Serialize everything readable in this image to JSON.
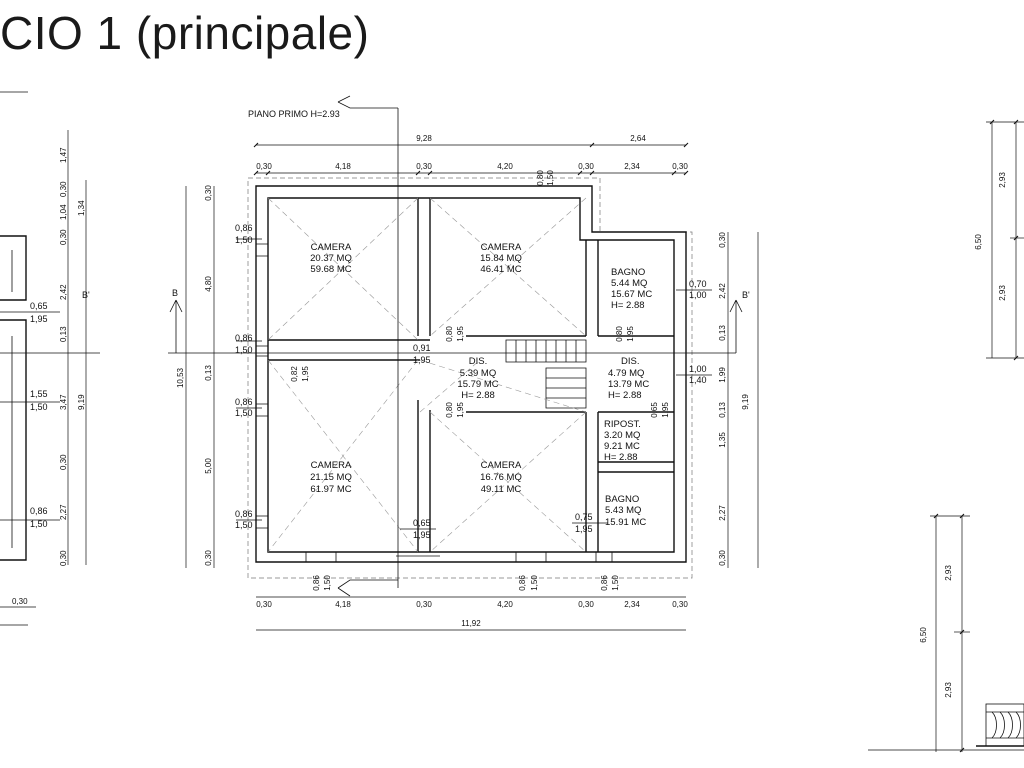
{
  "title": "CIO 1 (principale)",
  "plan_label": "PIANO PRIMO H=2.93",
  "section_marks": {
    "b_left": "B",
    "b_right": "B'"
  },
  "rooms": [
    {
      "name": "CAMERA",
      "area": "20.37 MQ",
      "volume": "59.68 MC",
      "height": ""
    },
    {
      "name": "CAMERA",
      "area": "15.84 MQ",
      "volume": "46.41 MC",
      "height": ""
    },
    {
      "name": "BAGNO",
      "area": "5.44 MQ",
      "volume": "15.67 MC",
      "height": "H= 2.88"
    },
    {
      "name": "DIS.",
      "area": "5.39 MQ",
      "volume": "15.79 MC",
      "height": "H= 2.88"
    },
    {
      "name": "DIS.",
      "area": "4.79 MQ",
      "volume": "13.79 MC",
      "height": "H= 2.88"
    },
    {
      "name": "RIPOST.",
      "area": "3.20 MQ",
      "volume": "9.21 MC",
      "height": "H= 2.88"
    },
    {
      "name": "CAMERA",
      "area": "21.15 MQ",
      "volume": "61.97 MC",
      "height": ""
    },
    {
      "name": "CAMERA",
      "area": "16.76 MQ",
      "volume": "49.11 MC",
      "height": ""
    },
    {
      "name": "BAGNO",
      "area": "5.43 MQ",
      "volume": "15.91 MC",
      "height": ""
    }
  ],
  "dims": {
    "top_total": [
      "9,28",
      "2,64"
    ],
    "top_parts": [
      "0,30",
      "4,18",
      "0,30",
      "4,20",
      "0,30",
      "2,34",
      "0,30"
    ],
    "top_small": [
      "0,80",
      "1,50"
    ],
    "bottom_parts": [
      "0,30",
      "4,18",
      "0,30",
      "4,20",
      "0,30",
      "2,34",
      "0,30"
    ],
    "bottom_total": "11,92",
    "left_outer": [
      "0,30",
      "4,80",
      "0,13",
      "5,00",
      "0,30"
    ],
    "left_total": "10,53",
    "right_parts": [
      "0,30",
      "2,42",
      "0,13",
      "1,99",
      "0,13",
      "1,35",
      "2,27",
      "0,30"
    ],
    "right_total": "9,19",
    "window_left": [
      [
        "0,86",
        "1,50"
      ],
      [
        "0,86",
        "1,50"
      ],
      [
        "0,86",
        "1,50"
      ],
      [
        "0,86",
        "1,50"
      ]
    ],
    "openings": {
      "bagno_top": [
        "0,70",
        "1,00"
      ],
      "dis_right": [
        "1,00",
        "1,40"
      ],
      "door_cam1": [
        "0,80",
        "1,95"
      ],
      "door_bagno1": [
        "0,80",
        "1,95"
      ],
      "door_ripost": [
        "0,65",
        "1,95"
      ],
      "door_cam3": [
        "0,82",
        "1,95"
      ],
      "door_cam4": [
        "0,80",
        "1,95"
      ],
      "corridor": [
        "0,91",
        "1,95"
      ],
      "door_cam3b": [
        "0,65",
        "1,95"
      ],
      "door_bagno2": [
        "0,75",
        "1,95"
      ],
      "bottom_win1": [
        "0,86",
        "1,50"
      ],
      "bottom_win2": [
        "0,86",
        "1,50"
      ],
      "bottom_win3": [
        "0,86",
        "1,50"
      ]
    },
    "left_partial": [
      "1,47",
      "0,30",
      "1,04",
      "1,34",
      "0,30",
      "2,42",
      "0,13",
      "3,47",
      "9,19",
      "0,30",
      "2,27",
      "0,30"
    ],
    "left_partial_openings": [
      [
        "0,65",
        "1,95"
      ],
      [
        "1,55",
        "1,50"
      ],
      [
        "0,86",
        "1,50"
      ]
    ],
    "left_partial_bottom": "0,30",
    "section_right": [
      "2,93",
      "2,93",
      "6,50"
    ],
    "section_bottom": [
      "2,93",
      "2,93",
      "6,50"
    ]
  }
}
